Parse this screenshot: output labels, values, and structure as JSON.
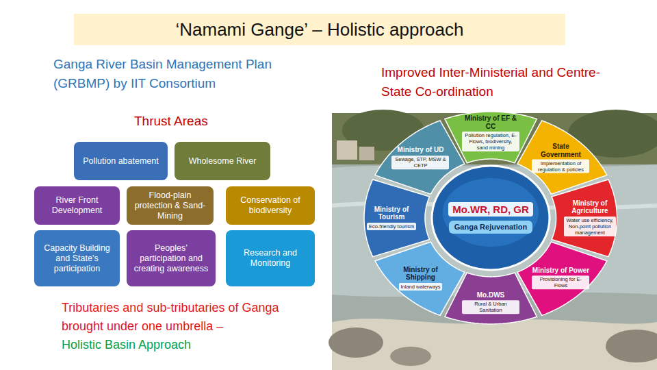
{
  "diagram": {
    "title": "‘Namami Gange’ – Holistic approach",
    "nodes": [
      {
        "text": [
          "Pollution abatement"
        ]
      },
      {
        "text": [
          "Wholesome River"
        ]
      },
      {
        "text": [
          "River Front Development"
        ]
      },
      {
        "text": [
          "Flood-plain protection & Sand-Mining"
        ]
      },
      {
        "text": [
          "Conservation of biodiversity"
        ]
      },
      {
        "text": [
          "Capacity Building and State’s participation"
        ]
      },
      {
        "text": [
          "Peoples’ participation and creating awareness"
        ]
      },
      {
        "text": [
          "Research and Monitoring"
        ]
      },
      {
        "text": [
          "Ministry of EF & CC",
          "Pollution regulation, E-Flows, biodiversity, sand mining"
        ]
      },
      {
        "text": [
          "Ministry of UD",
          "Sewage, STP, MSW & CETP"
        ]
      },
      {
        "text": [
          "State Government",
          "Implementation of regulation & policies"
        ]
      },
      {
        "text": [
          "Mo.WR, RD, GR",
          "Ganga Rejuvenation"
        ]
      },
      {
        "text": [
          "Ministry of Tourism",
          "Eco-friendly tourism"
        ]
      },
      {
        "text": [
          "Ministry of Agriculture",
          "Water use efficiency, Non-point pollution management"
        ]
      },
      {
        "text": [
          "Ministry of Shipping",
          "Inland waterways"
        ]
      },
      {
        "text": [
          "Ministry of Power",
          "Provisioning for E-Flows"
        ]
      },
      {
        "text": [
          "Mo.DWS",
          "Rural & Urban Sanitation"
        ]
      }
    ],
    "labels": [
      "Ganga River Basin Management Plan (GRBMP) by IIT Consortium",
      "Thrust Areas",
      "Tributaries and sub-tributaries of Ganga brought under one umbrella –",
      "Holistic Basin Approach",
      "Improved Inter-Ministerial and Centre-State Co-ordination"
    ]
  }
}
